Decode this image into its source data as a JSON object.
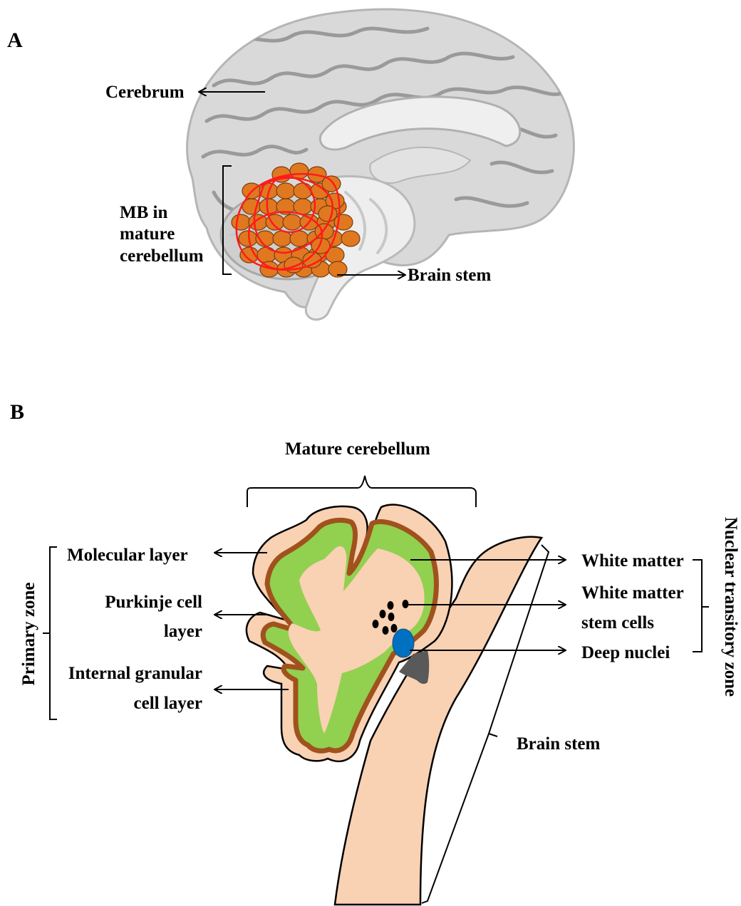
{
  "panel_a": {
    "letter": "A",
    "labels": {
      "cerebrum": "Cerebrum",
      "mb_line1": "MB in",
      "mb_line2": "mature",
      "mb_line3": "cerebellum",
      "brain_stem": "Brain stem"
    },
    "colors": {
      "tumor_fill": "#e07820",
      "tumor_outline": "#ff1a1a",
      "brain": "#d6d6d6"
    }
  },
  "panel_b": {
    "letter": "B",
    "labels": {
      "mature_cerebellum": "Mature cerebellum",
      "primary_zone": "Primary zone",
      "molecular_layer": "Molecular layer",
      "purkinje_line1": "Purkinje cell",
      "purkinje_line2": "layer",
      "igl_line1": "Internal granular",
      "igl_line2": "cell layer",
      "white_matter": "White matter",
      "wm_stem_line1": "White matter",
      "wm_stem_line2": "stem cells",
      "deep_nuclei": "Deep nuclei",
      "nuclear_zone": "Nuclear transitory zone",
      "brain_stem": "Brain stem"
    },
    "colors": {
      "peach": "#f9d1b3",
      "purkinje_brown": "#a0521d",
      "granular_green": "#92d050",
      "deep_nuclei_blue": "#0070c0",
      "dark_gray": "#595959"
    }
  }
}
